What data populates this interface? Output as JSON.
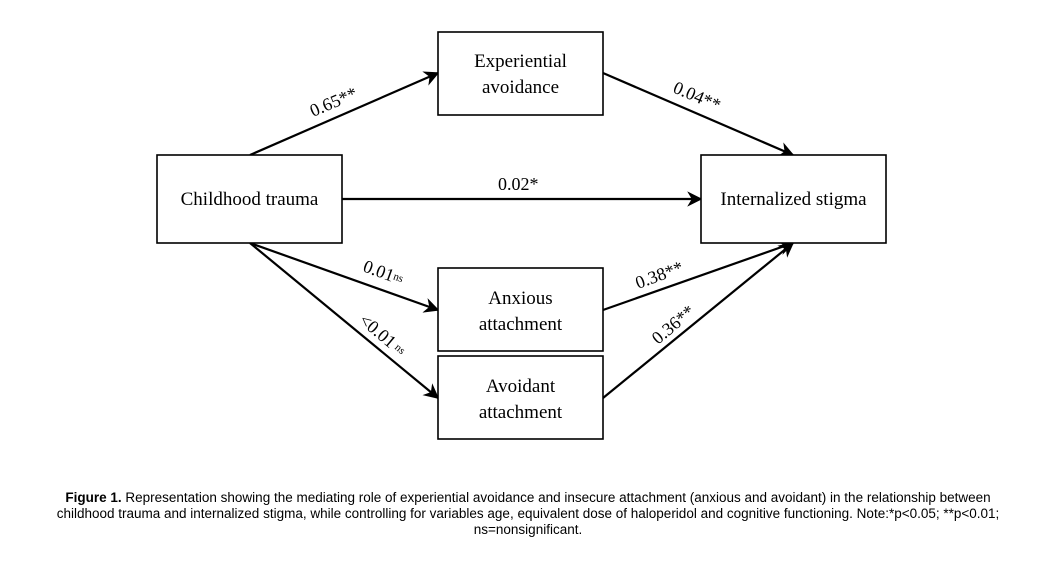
{
  "nodes": {
    "childhood_trauma": "Childhood trauma",
    "experiential_avoidance": [
      "Experiential",
      "avoidance"
    ],
    "internalized_stigma": "Internalized stigma",
    "anxious_attachment": [
      "Anxious",
      "attachment"
    ],
    "avoidant_attachment": [
      "Avoidant",
      "attachment"
    ]
  },
  "edges": {
    "trauma_to_avoidance": "0.65**",
    "avoidance_to_stigma": "0.04**",
    "trauma_to_stigma": "0.02*",
    "trauma_to_anxious": {
      "value": "0.01",
      "sig": "ns"
    },
    "trauma_to_avoidant": {
      "value": "<0.01",
      "sig": "ns"
    },
    "anxious_to_stigma": "0.38**",
    "avoidant_to_stigma": "0.36**"
  },
  "caption": {
    "label": "Figure 1.",
    "text": "Representation showing the mediating role of experiential avoidance and insecure attachment (anxious and avoidant) in the relationship between childhood trauma and internalized stigma, while controlling for variables age, equivalent dose of haloperidol and cognitive functioning. Note:*p<0.05; **p<0.01; ns=nonsignificant."
  }
}
